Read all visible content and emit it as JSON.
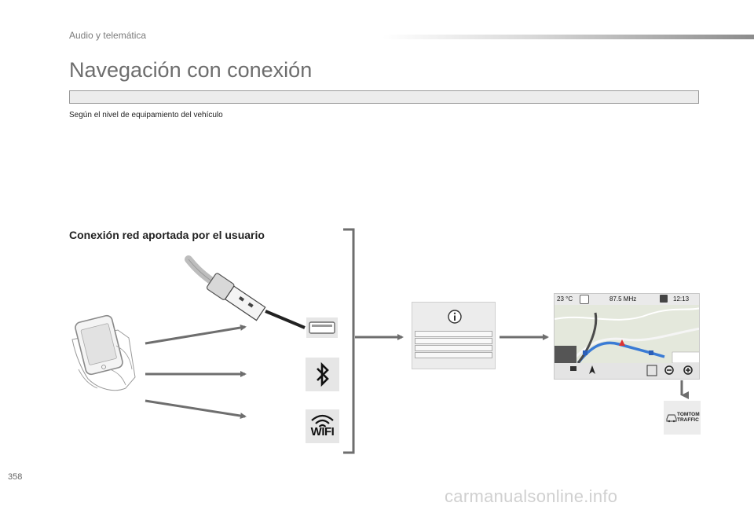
{
  "header": {
    "section": "Audio y telemática",
    "title": "Navegación con conexión",
    "subtitle": "Según el nivel de equipamiento del vehículo"
  },
  "diagram": {
    "heading": "Conexión red aportada por el usuario",
    "wifi_label": "WIFI",
    "screen": {
      "temperature": "23 °C",
      "frequency": "87.5 MHz",
      "time": "12:13"
    },
    "traffic_label_line1": "TOMTOM",
    "traffic_label_line2": "TRAFFIC"
  },
  "footer": {
    "page_number": "358",
    "watermark": "carmanualsonline.info"
  }
}
